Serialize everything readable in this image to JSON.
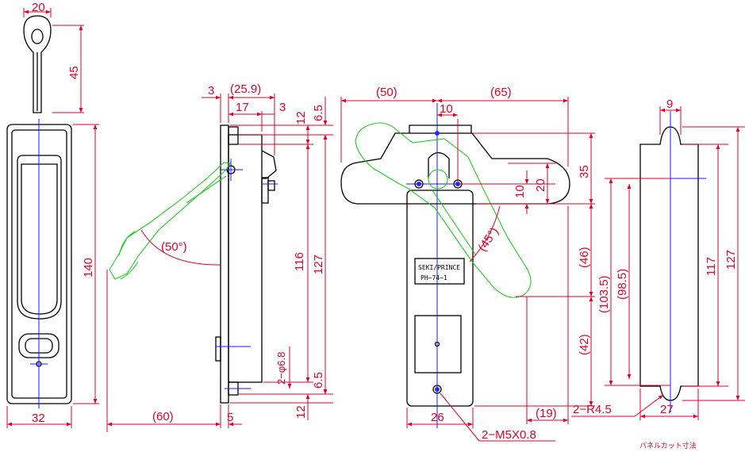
{
  "key_view": {
    "width_dim": "20",
    "height_dim": "45"
  },
  "front_view": {
    "height_dim": "140",
    "width_dim": "32"
  },
  "side_view": {
    "top_dims": {
      "d3a": "3",
      "d25_9": "(25.9)",
      "d17": "17",
      "d3b": "3",
      "d12": "12",
      "d6_5": "6.5"
    },
    "angle": "(50°)",
    "height_116": "116",
    "height_127": "127",
    "hole": "2−φ6.8",
    "bottom_dims": {
      "d60": "(60)",
      "d5": "5",
      "d12": "12",
      "d6_5": "6.5"
    }
  },
  "handle_view": {
    "top_dims": {
      "d50": "(50)",
      "d65": "(65)",
      "d10": "10"
    },
    "right_dims": {
      "d35": "35",
      "d20": "20",
      "d10": "10",
      "d46": "(46)",
      "d42": "(42)"
    },
    "angle": "(45°)",
    "nameplate": {
      "line1": "SEKI/PRINCE",
      "line2": "PH−74−1"
    },
    "bottom_dims": {
      "d26": "26",
      "d19": "(19)"
    },
    "thread": "2−M5X0.8"
  },
  "cutout_view": {
    "top_dim": "9",
    "d103_5": "(103.5)",
    "d98_5": "(98.5)",
    "d117": "117",
    "d127": "127",
    "radius": "2−R4.5",
    "width": "27",
    "title": "パネルカット寸法"
  }
}
